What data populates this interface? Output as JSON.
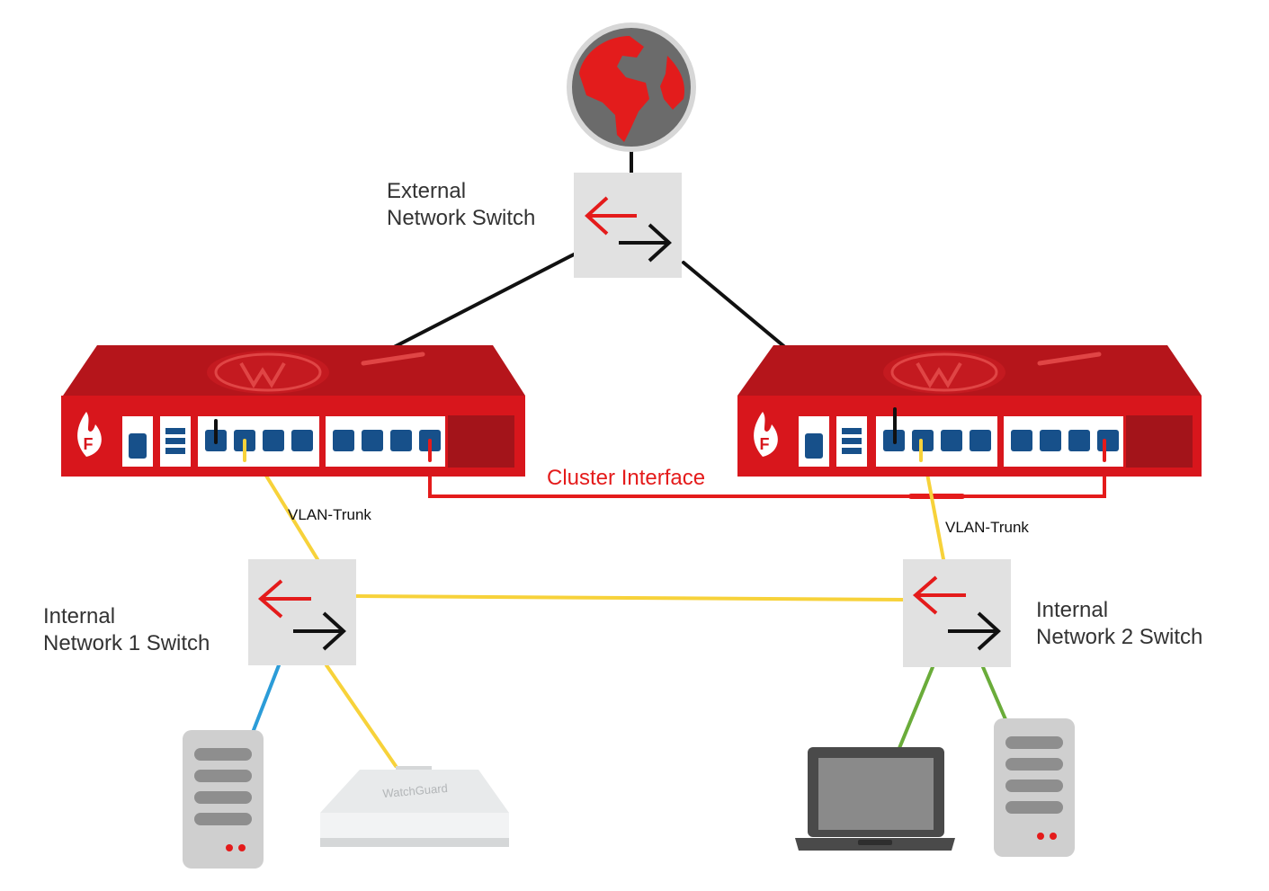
{
  "labels": {
    "external_switch": [
      "External",
      "Network Switch"
    ],
    "internal_switch_1": [
      "Internal",
      "Network 1 Switch"
    ],
    "internal_switch_2": [
      "Internal",
      "Network 2 Switch"
    ],
    "cluster_interface": "Cluster Interface",
    "vlan_trunk_left": "VLAN-Trunk",
    "vlan_trunk_right": "VLAN-Trunk",
    "access_point_brand": "WatchGuard"
  },
  "colors": {
    "firebox_red": "#d8161c",
    "cluster_link": "#e41b1b",
    "vlan_trunk_link": "#f7d23a",
    "wan_link": "#111111",
    "server_link_left": "#2b9cd8",
    "network2_link": "#6aac3a",
    "switch_body": "#e1e1e1",
    "device_gray": "#cfcfcf"
  },
  "icons": {
    "internet": "globe-icon",
    "switch": "switch-arrows-icon",
    "firebox": "firebox-appliance-icon",
    "server": "server-icon",
    "laptop": "laptop-icon",
    "access_point": "access-point-icon"
  }
}
